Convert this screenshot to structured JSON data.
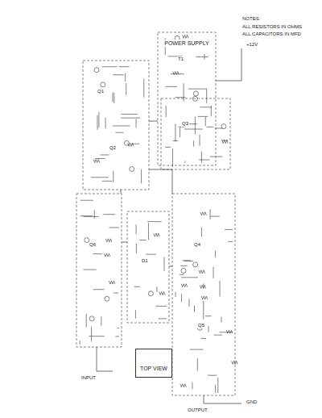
{
  "diagram": {
    "nodes": [
      {
        "text": [
          "POWER SUPPLY"
        ]
      },
      {
        "text": [
          "TOP VIEW"
        ]
      }
    ],
    "labels": [
      "NOTES:",
      "ALL RESISTORS IN OHMS",
      "ALL CAPACITORS IN MFD",
      "Q1",
      "Q2",
      "Q3",
      "Q4",
      "Q5",
      "Q6",
      "T1",
      "D1",
      "+12V",
      "GND",
      "OUTPUT",
      "INPUT"
    ]
  }
}
